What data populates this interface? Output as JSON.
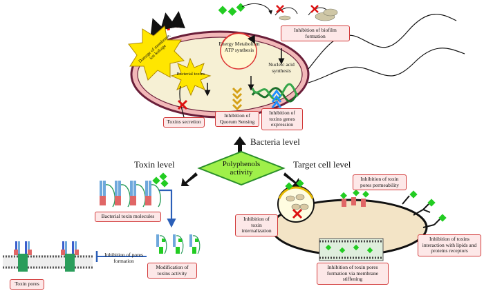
{
  "levels": {
    "bacteria": "Bacteria level",
    "toxin": "Toxin level",
    "target_cell": "Target cell level"
  },
  "center_label": "Polyphenols activity",
  "bacteria": {
    "membrane_label": "Damage of membrane, ion leakage",
    "energy": "Energy Metabolism ATP synthesis",
    "nucleic": "Nucleic acid synthesis",
    "toxins_burst": "Bacterial toxins",
    "biofilm": "Inhibition of biofilm formation",
    "secretion": "Toxins secretion",
    "quorum": "Inhibition of Quorum Sensing",
    "expression": "Inhibition of toxins genes expression"
  },
  "toxin": {
    "molecules": "Bacterial toxin molecules",
    "modification": "Modification of toxins activity",
    "pores_inhibition": "Inhibition of pores formation",
    "pores": "Toxin pores"
  },
  "target": {
    "permeability": "Inhibition of toxin pores permeability",
    "internalization": "Inhibition of toxin internalization",
    "stiffening": "Inhibition of toxin pores formation via membrane stiffening",
    "receptors": "Inhibition of toxins interaction with lipids and proteins receptors"
  },
  "colors": {
    "label_fill": "#fde8e8",
    "label_border": "#d23a3a",
    "polyphenol": "#22cc22",
    "cell_fill": "#f3e4c6",
    "cell_border": "#6b1f3a",
    "membrane": "#f2b8b8"
  }
}
